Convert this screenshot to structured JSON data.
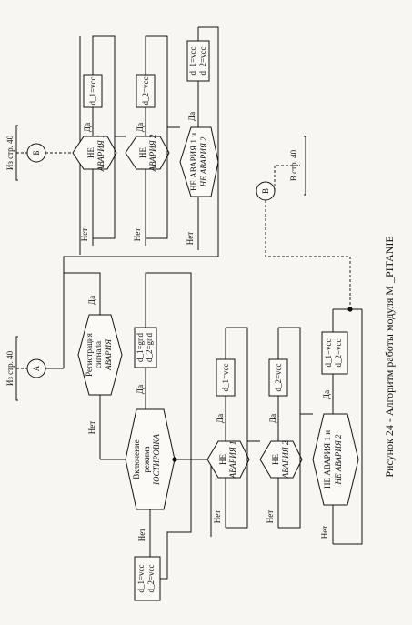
{
  "caption": "Рисунок 24 - Алгоритм работы модуля M _PITANIE",
  "labels": {
    "yes": "Да",
    "no": "Нет"
  },
  "connectors": {
    "A": "А",
    "B": "Б",
    "V": "В"
  },
  "page_refs": {
    "from_top": "Из стр. 40",
    "from_bottom": "Из стр. 40",
    "to_page": "В стр. 40"
  },
  "top_row": {
    "d1_line1": "НЕ",
    "d1_line2": "АВАРИЯ 1",
    "d2_line1": "НЕ",
    "d2_line2": "АВАРИЯ 2",
    "d3_line1": "НЕ АВАРИЯ 1 и",
    "d3_line2": "НЕ АВАРИЯ 2",
    "p1": "d_1=vcc",
    "p2": "d_2=vcc",
    "p3_line1": "d_1=vcc",
    "p3_line2": "d_2=vcc"
  },
  "left_column": {
    "reg_line1": "Регистрация",
    "reg_line2": "сигнала",
    "reg_line3": "АВАРИЯ",
    "mode_line1": "Включение",
    "mode_line2": "режима",
    "mode_line3": "ЮСТИРОВКА",
    "gnd_line1": "d_1=gnd",
    "gnd_line2": "d_2=gnd",
    "vcc_line1": "d_1=vcc",
    "vcc_line2": "d_2=vcc"
  },
  "bottom_row": {
    "d1_line1": "НЕ",
    "d1_line2": "АВАРИЯ 1",
    "d2_line1": "НЕ",
    "d2_line2": "АВАРИЯ 2",
    "d3_line1": "НЕ АВАРИЯ 1 и",
    "d3_line2": "НЕ АВАРИЯ 2",
    "p1": "d_1=vcc",
    "p2": "d_2=vcc",
    "p3_line1": "d_1=vcc",
    "p3_line2": "d_2=vcc"
  }
}
